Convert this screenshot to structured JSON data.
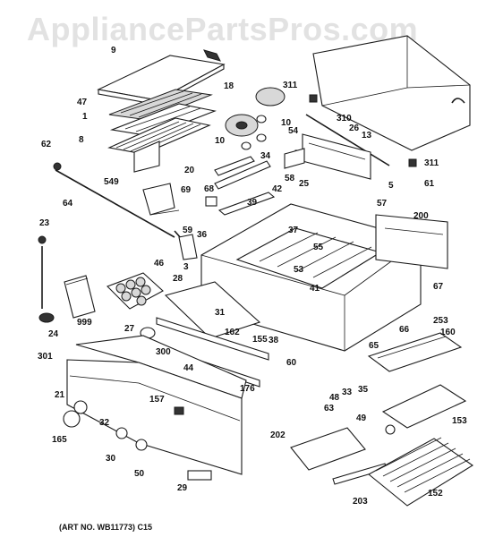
{
  "watermark": "AppliancePartsPros.com",
  "art_number": "(ART NO. WB11773) C15",
  "callouts": [
    "9",
    "47",
    "1",
    "8",
    "18",
    "10",
    "10",
    "311",
    "310",
    "26",
    "13",
    "54",
    "34",
    "311",
    "62",
    "20",
    "68",
    "58",
    "25",
    "5",
    "61",
    "549",
    "69",
    "39",
    "42",
    "57",
    "64",
    "200",
    "37",
    "23",
    "59",
    "36",
    "55",
    "46",
    "3",
    "53",
    "28",
    "41",
    "67",
    "999",
    "31",
    "162",
    "253",
    "24",
    "155",
    "38",
    "160",
    "27",
    "65",
    "66",
    "301",
    "300",
    "44",
    "60",
    "176",
    "48",
    "33",
    "35",
    "21",
    "157",
    "63",
    "49",
    "165",
    "32",
    "153",
    "30",
    "50",
    "202",
    "29",
    "203",
    "152"
  ]
}
